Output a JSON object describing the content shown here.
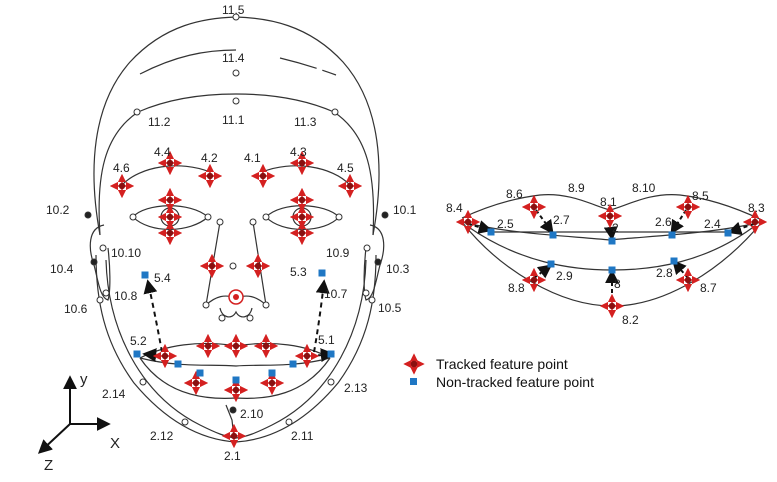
{
  "legend": {
    "tracked": "Tracked feature point",
    "nontracked": "Non-tracked feature point",
    "tracked_icon": "tracked-point-marker-icon",
    "nontracked_icon": "non-tracked-point-marker-icon"
  },
  "colors": {
    "tracked": "#d42020",
    "tracked_center": "#8a1010",
    "nontracked": "#1f77c4",
    "outline": "#333333",
    "node_fill": "#ffffff"
  },
  "axes": {
    "x": "X",
    "y": "y",
    "z": "Z"
  },
  "face_labels": {
    "p11_5": "11.5",
    "p11_4": "11.4",
    "p11_2": "11.2",
    "p11_1": "11.1",
    "p11_3": "11.3",
    "p4_4": "4.4",
    "p4_2": "4.2",
    "p4_1": "4.1",
    "p4_3": "4.3",
    "p4_6": "4.6",
    "p4_5": "4.5",
    "p10_2": "10.2",
    "p10_1": "10.1",
    "p10_10": "10.10",
    "p10_9": "10.9",
    "p10_4": "10.4",
    "p10_3": "10.3",
    "p5_4": "5.4",
    "p5_3": "5.3",
    "p10_8": "10.8",
    "p10_7": "10.7",
    "p10_6": "10.6",
    "p10_5": "10.5",
    "p5_2": "5.2",
    "p5_1": "5.1",
    "p2_14": "2.14",
    "p2_13": "2.13",
    "p2_10": "2.10",
    "p2_12": "2.12",
    "p2_11": "2.11",
    "p2_1": "2.1"
  },
  "mouth_labels": {
    "p8_6": "8.6",
    "p8_9": "8.9",
    "p8_10": "8.10",
    "p8_5": "8.5",
    "p8_4": "8.4",
    "p8_1": "8.1",
    "p8_3": "8.3",
    "p2_5": "2.5",
    "p2_7": "2.7",
    "p2_2": "2",
    "p2_6": "2.6",
    "p2_4": "2.4",
    "p8_8": "8.8",
    "p2_9": "2.9",
    "p2_3": "8",
    "p2_8": "2.8",
    "p8_7": "8.7",
    "p8_2": "8.2"
  }
}
